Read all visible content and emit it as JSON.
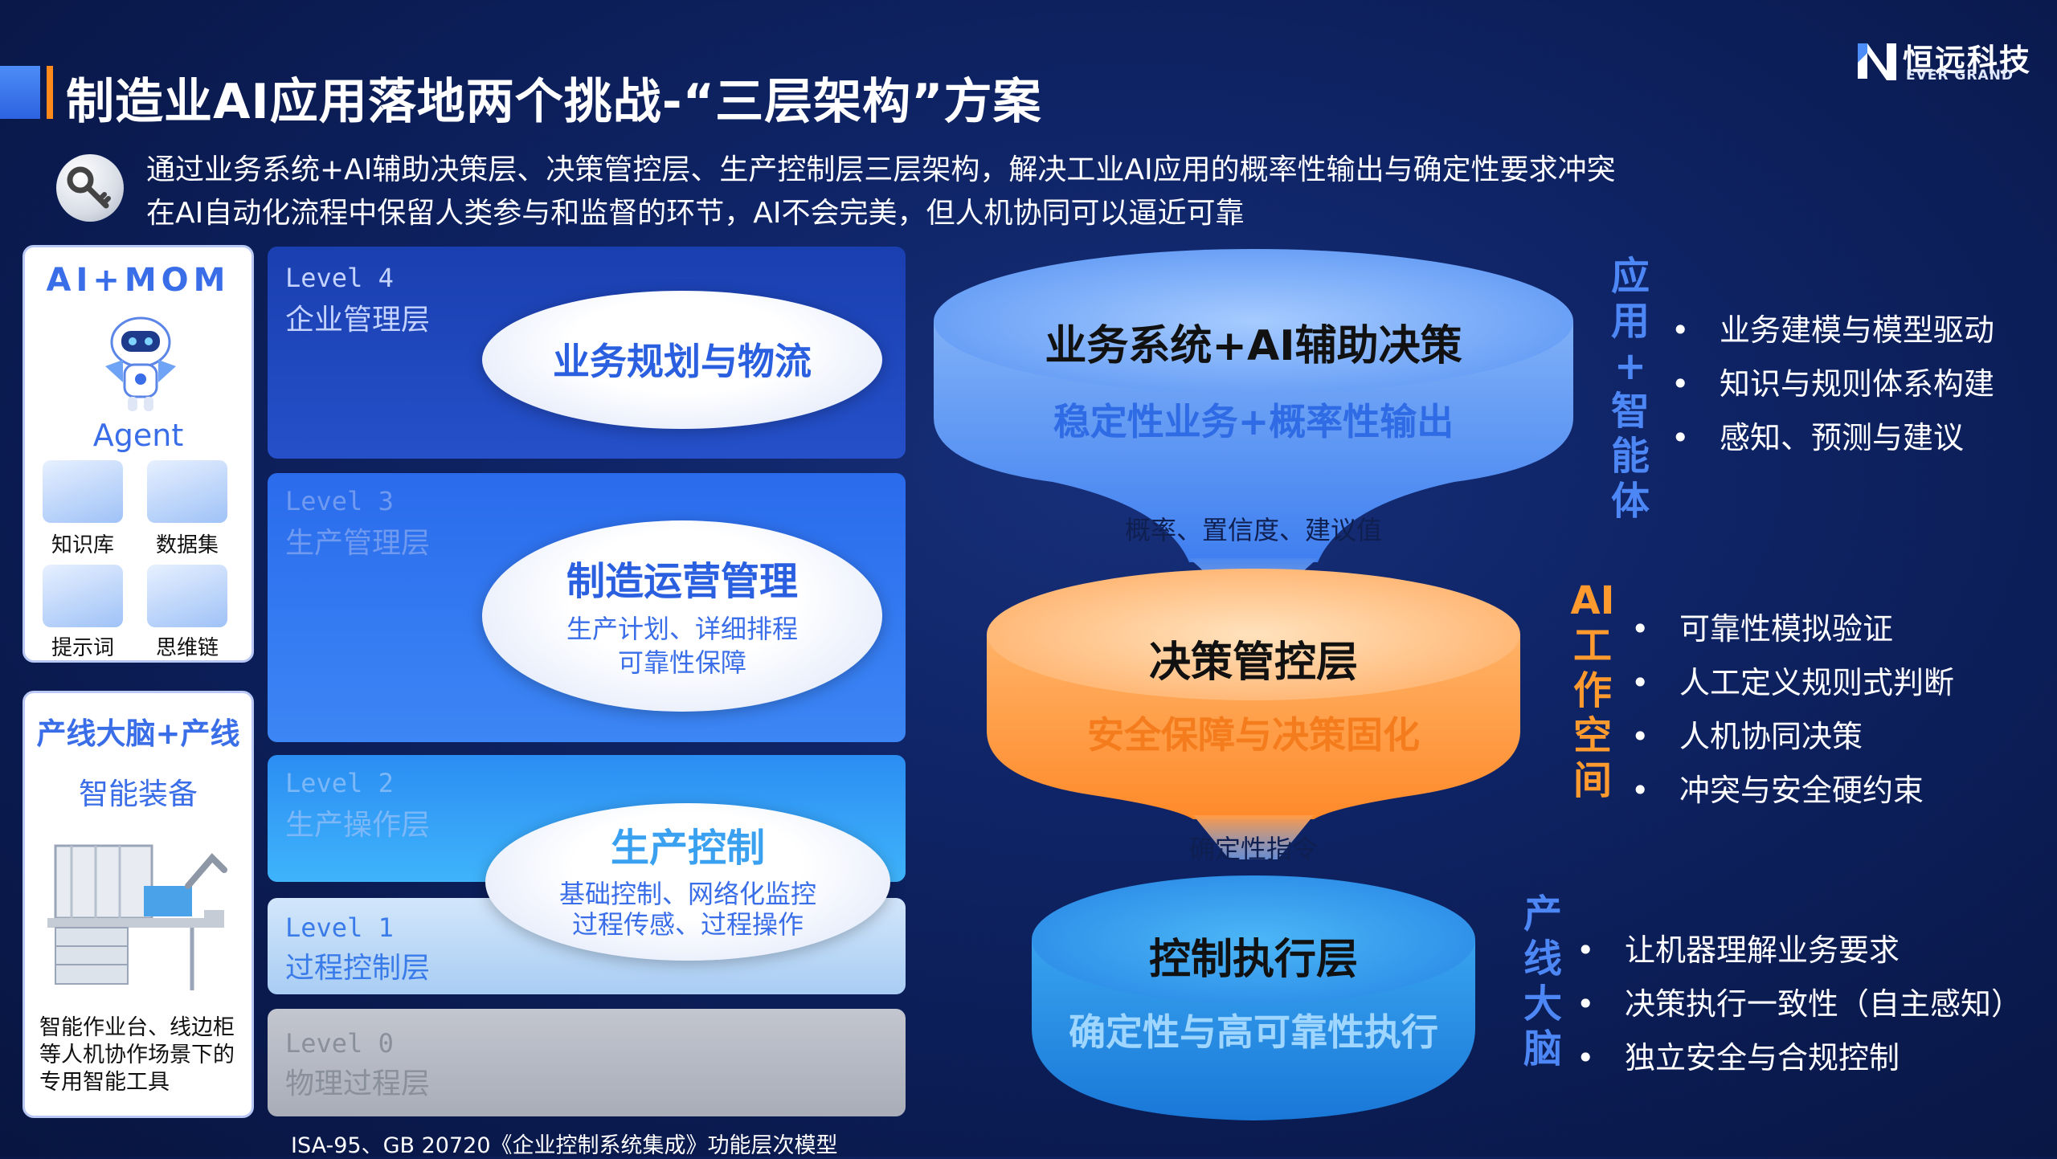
{
  "title": "制造业AI应用落地两个挑战-“三层架构”方案",
  "logo": {
    "cn": "恒远科技",
    "en": "EVER GRAND"
  },
  "intro": [
    "通过业务系统+AI辅助决策层、决策管控层、生产控制层三层架构，解决工业AI应用的概率性输出与确定性要求冲突",
    "在AI自动化流程中保留人类参与和监督的环节，AI不会完美，但人机协同可以逼近可靠"
  ],
  "panel_aimom": {
    "title": "AI+MOM",
    "agent": "Agent",
    "tiles": [
      "知识库",
      "数据集",
      "提示词",
      "思维链"
    ]
  },
  "panel_line": {
    "title": "产线大脑+产线",
    "subtitle": "智能装备",
    "desc": "智能作业台、线边柜等人机协作场景下的专用智能工具"
  },
  "levels": [
    {
      "code": "Level  4",
      "name": "企业管理层"
    },
    {
      "code": "Level  3",
      "name": "生产管理层"
    },
    {
      "code": "Level  2",
      "name": "生产操作层"
    },
    {
      "code": "Level  1",
      "name": "过程控制层"
    },
    {
      "code": "Level  0",
      "name": "物理过程层"
    }
  ],
  "ellipses": {
    "l4": {
      "title": "业务规划与物流"
    },
    "l3": {
      "title": "制造运营管理",
      "sub1": "生产计划、详细排程",
      "sub2": "可靠性保障"
    },
    "l2": {
      "title": "生产控制",
      "sub1": "基础控制、网络化监控",
      "sub2": "过程传感、过程操作"
    }
  },
  "caption": "ISA-95、GB 20720《企业控制系统集成》功能层次模型",
  "architecture": {
    "top": {
      "title": "业务系统+AI辅助决策",
      "sub": "稳定性业务+概率性输出"
    },
    "conn1": "概率、置信度、建议值",
    "mid": {
      "title": "决策管控层",
      "sub": "安全保障与决策固化"
    },
    "conn2": "确定性指令",
    "bottom": {
      "title": "控制执行层",
      "sub": "确定性与高可靠性执行"
    }
  },
  "right": {
    "g1": {
      "label": [
        "应",
        "用",
        "+",
        "智",
        "能",
        "体"
      ],
      "items": [
        "业务建模与模型驱动",
        "知识与规则体系构建",
        "感知、预测与建议"
      ]
    },
    "g2": {
      "label": [
        "AI",
        "工",
        "作",
        "空",
        "间"
      ],
      "items": [
        "可靠性模拟验证",
        "人工定义规则式判断",
        "人机协同决策",
        "冲突与安全硬约束"
      ]
    },
    "g3": {
      "label": [
        "产",
        "线",
        "大",
        "脑"
      ],
      "items": [
        "让机器理解业务要求",
        "决策执行一致性（自主感知）",
        "独立安全与合规控制"
      ]
    },
    "bullet": "•"
  },
  "colors": {
    "accent_blue": "#3a6ee8",
    "accent_orange": "#ff8a1c",
    "right_label_blue": "#4d86f5",
    "right_label_orange": "#ff9a2e"
  }
}
